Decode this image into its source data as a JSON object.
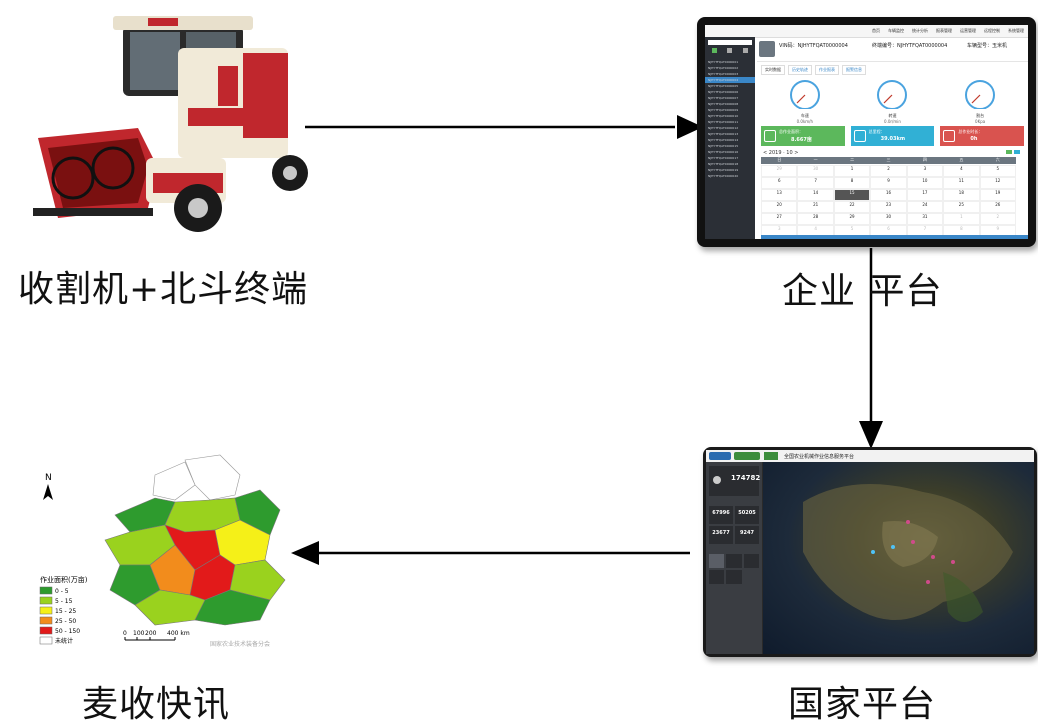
{
  "nodes": {
    "harvester": {
      "caption": "收割机+北斗终端"
    },
    "enterprise": {
      "caption": "企业 平台",
      "nav": [
        "首页",
        "车辆监控",
        "统计分析",
        "报表管理",
        "运营管理",
        "远程控制",
        "系统管理"
      ],
      "vin_label": "VIN码：",
      "vin_value": "NJHYTFQAT0000004",
      "terminal_label": "终端编号：",
      "terminal_value": "NJHYTFQAT0000004",
      "vehicle_label": "车辆型号：",
      "vehicle_value": "玉米机",
      "tabs": [
        "实时数据",
        "历史轨迹",
        "作业报表",
        "报警信息"
      ],
      "gauges": [
        {
          "label": "车速",
          "value": "0.0km/h"
        },
        {
          "label": "转速",
          "value": "0.0r/min"
        },
        {
          "label": "割台",
          "value": "0Kpa"
        }
      ],
      "stats": [
        {
          "label": "总作业面积：",
          "value": "8.667亩",
          "color": "#5cb85c"
        },
        {
          "label": "总里程：",
          "value": "39.03km",
          "color": "#31b0d5"
        },
        {
          "label": "总作业时长：",
          "value": "0h",
          "color": "#d9534f"
        }
      ],
      "calendar_title": "< 2019 · 10 >",
      "weekdays": [
        "日",
        "一",
        "二",
        "三",
        "四",
        "五",
        "六"
      ],
      "calendar_days": [
        "29",
        "30",
        "1",
        "2",
        "3",
        "4",
        "5",
        "6",
        "7",
        "8",
        "9",
        "10",
        "11",
        "12",
        "13",
        "14",
        "15",
        "16",
        "17",
        "18",
        "19",
        "20",
        "21",
        "22",
        "23",
        "24",
        "25",
        "26",
        "27",
        "28",
        "29",
        "30",
        "31",
        "1",
        "2",
        "3",
        "4",
        "5",
        "6",
        "7",
        "8",
        "9"
      ],
      "sidebar_items": [
        "NJHYTFQAT0000001",
        "NJHYTFQAT0000002",
        "NJHYTFQAT0000003",
        "NJHYTFQAT0000004",
        "NJHYTFQAT0000005",
        "NJHYTFQAT0000006",
        "NJHYTFQAT0000007",
        "NJHYTFQAT0000008",
        "NJHYTFQAT0000009",
        "NJHYTFQAT0000010",
        "NJHYTFQAT0000011",
        "NJHYTFQAT0000012",
        "NJHYTFQAT0000013",
        "NJHYTFQAT0000014",
        "NJHYTFQAT0000015",
        "NJHYTFQAT0000016",
        "NJHYTFQAT0000017",
        "NJHYTFQAT0000018",
        "NJHYTFQAT0000019",
        "NJHYTFQAT0000020"
      ]
    },
    "national": {
      "caption": "国家平台",
      "title": "全国农业机械作业信息服务平台",
      "total_value": "174782",
      "metrics": [
        {
          "value": "67996"
        },
        {
          "value": "50205"
        },
        {
          "value": "23677"
        },
        {
          "value": "9247"
        }
      ]
    },
    "wheat": {
      "caption": "麦收快讯",
      "north": "N",
      "legend_title": "作业面积(万亩)",
      "legend": [
        {
          "label": "0 - 5",
          "color": "#2e9b2e"
        },
        {
          "label": "5 - 15",
          "color": "#9ad21e"
        },
        {
          "label": "15 - 25",
          "color": "#f5f018"
        },
        {
          "label": "25 - 50",
          "color": "#f28c1c"
        },
        {
          "label": "50 - 150",
          "color": "#e21a1a"
        },
        {
          "label": "未统计",
          "color": "#ffffff"
        }
      ],
      "scale_labels": [
        "0",
        "100",
        "200",
        "400 km"
      ],
      "watermark": "国家农业技术装备分会"
    }
  },
  "colors": {
    "arrow": "#000000",
    "screen_accent": "#3a87c8"
  }
}
